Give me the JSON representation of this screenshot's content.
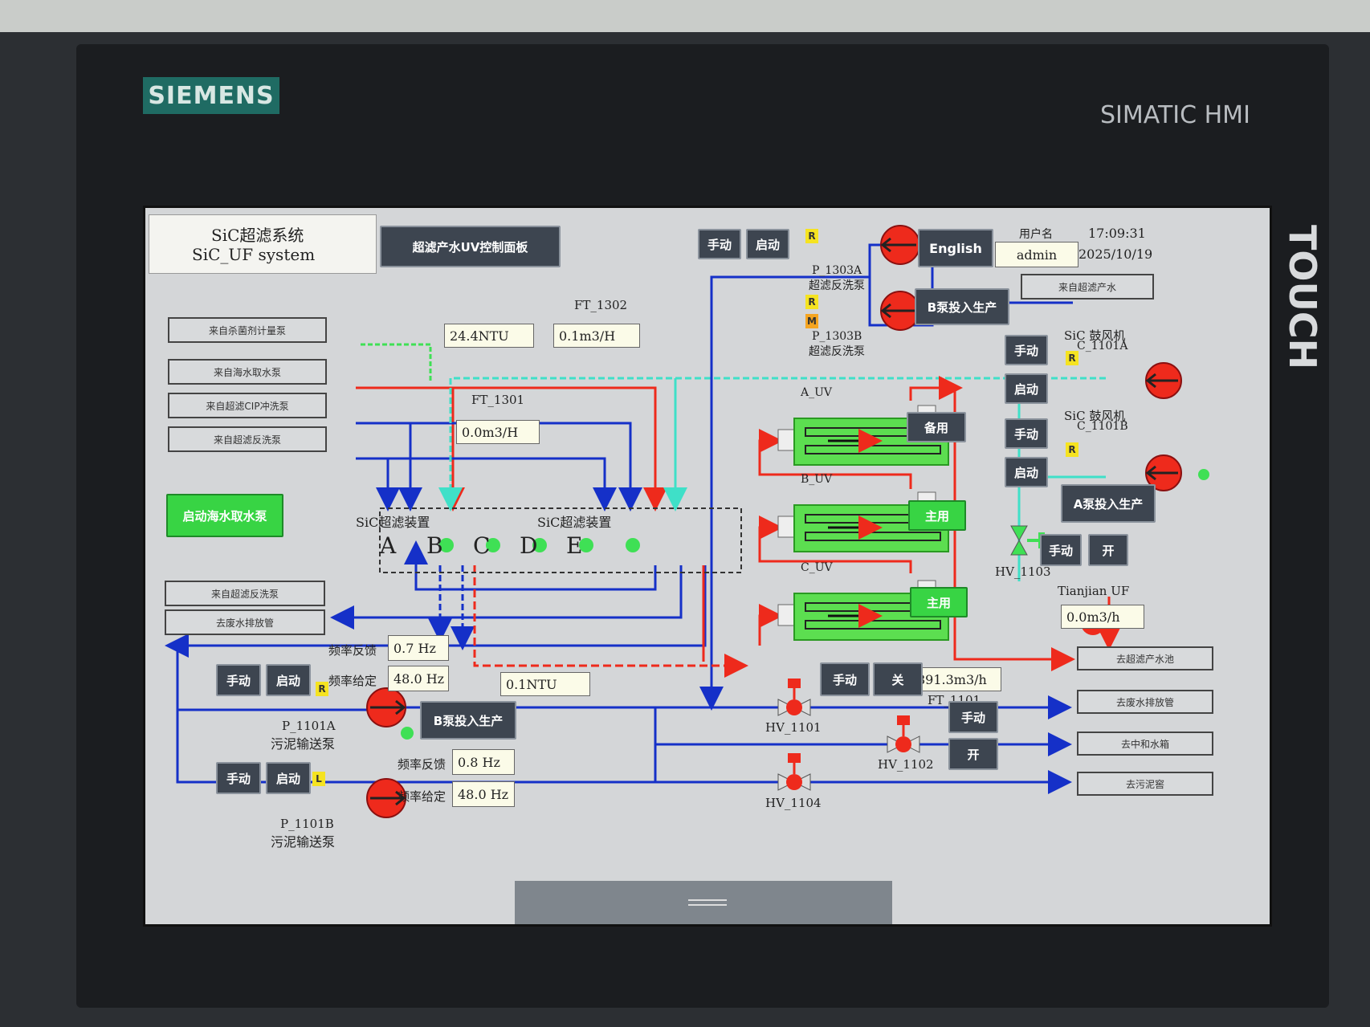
{
  "device": {
    "brand": "SIEMENS",
    "model": "SIMATIC HMI",
    "side": "TOUCH"
  },
  "header": {
    "title_cn": "SiC超滤系统",
    "title_en": "SiC_UF system",
    "panel_button": "超滤产水UV控制面板",
    "language_button": "English",
    "user_label": "用户名",
    "user": "admin",
    "time": "17:09:31",
    "date": "2025/10/19"
  },
  "sources": {
    "dosing": "来自杀菌剂计量泵",
    "seawater": "来自海水取水泵",
    "cip": "来自超滤CIP冲洗泵",
    "backwash_in": "来自超滤反洗泵",
    "backwash_in2": "来自超滤反洗泵",
    "waste_drain": "去废水排放管",
    "uf_product_in": "来自超滤产水"
  },
  "start_seawater_button": "启动海水取水泵",
  "readings": {
    "turbidity_in": "24.4NTU",
    "ft1302_label": "FT_1302",
    "ft1302": "0.1m3/H",
    "ft1301_label": "FT_1301",
    "ft1301": "0.0m3/H",
    "turbidity_out": "0.1NTU",
    "ft1101": "891.3m3/h",
    "ft1101_label": "FT_1101",
    "tianjian_label": "Tianjian UF",
    "tianjian": "0.0m3/h"
  },
  "uf_units": {
    "label_left": "SiC超滤装置",
    "label_right": "SiC超滤装置",
    "letters": [
      "A",
      "B",
      "C",
      "D",
      "E"
    ]
  },
  "backwash_pumps": {
    "a_label": "P_1303A",
    "a_desc": "超滤反洗泵",
    "b_label": "P_1303B",
    "b_desc": "超滤反洗泵",
    "manual": "手动",
    "start": "启动",
    "tag_r": "R",
    "tag_m": "M",
    "b_to_prod": "B泵投入生产"
  },
  "uv": {
    "a": "A_UV",
    "b": "B_UV",
    "c": "C_UV",
    "standby": "备用",
    "main1": "主用",
    "main2": "主用"
  },
  "blowers": {
    "a_label1": "SiC 鼓风机",
    "a_label2": "C_1101A",
    "b_label1": "SiC 鼓风机",
    "b_label2": "C_1101B",
    "manual": "手动",
    "start": "启动",
    "tag_r": "R",
    "a_to_prod": "A泵投入生产"
  },
  "hv1103": {
    "label": "HV_1103",
    "manual": "手动",
    "open": "开"
  },
  "sludge": {
    "freq_fb_label": "频率反馈",
    "freq_set_label": "频率给定",
    "a_freq_fb": "0.7 Hz",
    "a_freq_set": "48.0 Hz",
    "b_freq_fb": "0.8 Hz",
    "b_freq_set": "48.0 Hz",
    "a_label": "P_1101A",
    "a_desc": "污泥输送泵",
    "b_label": "P_1101B",
    "b_desc": "污泥输送泵",
    "manual": "手动",
    "start": "启动",
    "tag_r": "R",
    "tag_l": "L",
    "b_to_prod": "B泵投入生产"
  },
  "valves": {
    "hv1101": "HV_1101",
    "hv1102": "HV_1102",
    "hv1104": "HV_1104",
    "manual": "手动",
    "close": "关",
    "manual2": "手动",
    "open": "开"
  },
  "destinations": {
    "uf_pool": "去超滤产水池",
    "waste": "去废水排放管",
    "neutral": "去中和水箱",
    "sludge": "去污泥窖"
  },
  "colors": {
    "red": "#ee2a1c",
    "blue": "#1530c8",
    "cyan": "#3fe0c8",
    "green": "#38d444"
  }
}
